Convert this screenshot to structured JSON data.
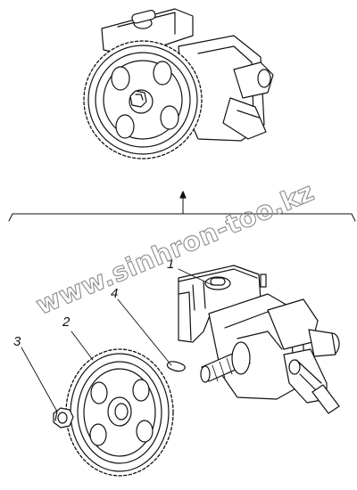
{
  "callouts": {
    "part_1": "1",
    "part_2": "2",
    "part_3": "3",
    "part_4": "4"
  },
  "watermark": {
    "text": "www.sinhron-too.kz"
  },
  "colors": {
    "line": "#111111",
    "watermark": "#8c8c8c",
    "background": "#ffffff"
  }
}
